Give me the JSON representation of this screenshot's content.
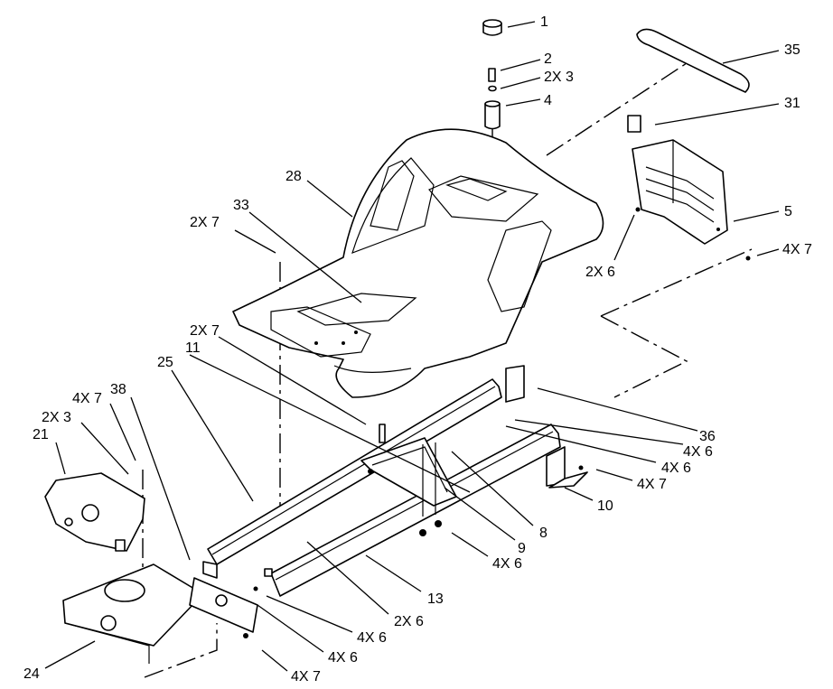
{
  "callouts": [
    {
      "id": "c1",
      "text": "1"
    },
    {
      "id": "c2",
      "text": "2"
    },
    {
      "id": "c3",
      "text": "2X 3"
    },
    {
      "id": "c4",
      "text": "4"
    },
    {
      "id": "c35",
      "text": "35"
    },
    {
      "id": "c31",
      "text": "31"
    },
    {
      "id": "c5",
      "text": "5"
    },
    {
      "id": "c4x7a",
      "text": "4X 7"
    },
    {
      "id": "c2x6a",
      "text": "2X 6"
    },
    {
      "id": "c28",
      "text": "28"
    },
    {
      "id": "c33",
      "text": "33"
    },
    {
      "id": "c2x7a",
      "text": "2X 7"
    },
    {
      "id": "c2x7b",
      "text": "2X 7"
    },
    {
      "id": "c11",
      "text": "11"
    },
    {
      "id": "c25",
      "text": "25"
    },
    {
      "id": "c38",
      "text": "38"
    },
    {
      "id": "c4x7b",
      "text": "4X 7"
    },
    {
      "id": "c2x3b",
      "text": "2X 3"
    },
    {
      "id": "c21",
      "text": "21"
    },
    {
      "id": "c36",
      "text": "36"
    },
    {
      "id": "c4x6a",
      "text": "4X 6"
    },
    {
      "id": "c4x6b",
      "text": "4X 6"
    },
    {
      "id": "c4x7c",
      "text": "4X 7"
    },
    {
      "id": "c10",
      "text": "10"
    },
    {
      "id": "c8",
      "text": "8"
    },
    {
      "id": "c9",
      "text": "9"
    },
    {
      "id": "c4x6c",
      "text": "4X 6"
    },
    {
      "id": "c13",
      "text": "13"
    },
    {
      "id": "c2x6b",
      "text": "2X 6"
    },
    {
      "id": "c4x6d",
      "text": "4X 6"
    },
    {
      "id": "c4x6e",
      "text": "4X 6"
    },
    {
      "id": "c24",
      "text": "24"
    },
    {
      "id": "c4x7d",
      "text": "4X 7"
    }
  ]
}
